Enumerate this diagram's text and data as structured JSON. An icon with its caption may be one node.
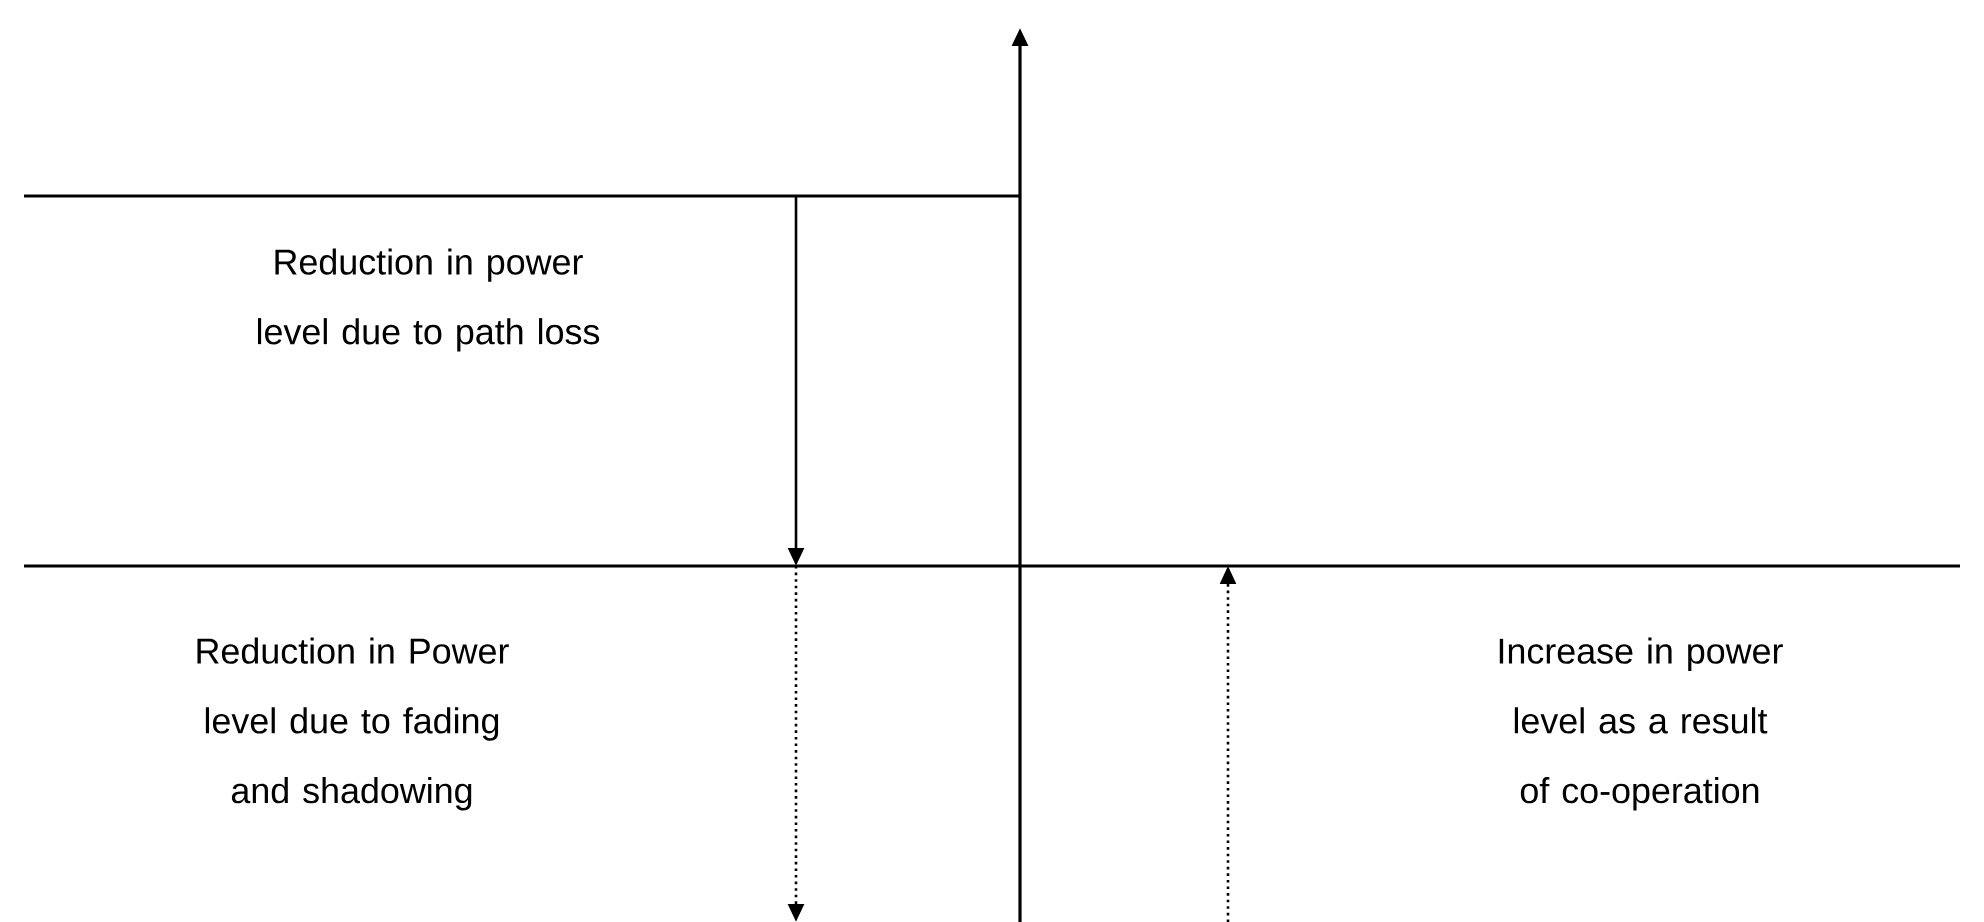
{
  "diagram": {
    "labels": [
      "Reduction in power level due to path loss",
      "Reduction in Power level due to fading and shadowing",
      "Increase in power level as a result of co-operation"
    ]
  }
}
